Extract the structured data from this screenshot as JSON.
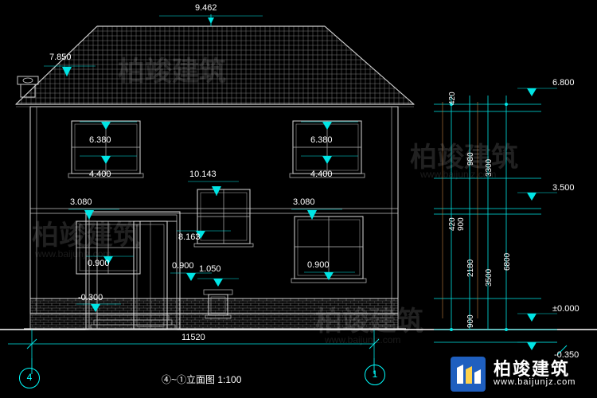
{
  "drawing": {
    "title": "④~①立面图 1:100",
    "scale": "1:100",
    "axis_left": "4",
    "axis_right": "1",
    "total_width": "11520",
    "roof_ridge": "9.462",
    "eave": "7.850",
    "window_upper_top_left": "6.380",
    "window_upper_sill_left": "4.400",
    "window_upper_top_right": "6.380",
    "window_upper_sill_right": "4.400",
    "balcony_label": "10.143",
    "lintel_left": "3.080",
    "lintel_right": "3.080",
    "mid_window_top": "8.163",
    "mid_small": "1.050",
    "door_width_left": "0.900",
    "door_width_right": "0.900",
    "window_small": "0.900",
    "ground_left": "-0.300",
    "ground_right": "-0.350",
    "zero_level": "±0.000",
    "right_elev_top": "6.800",
    "right_elev_mid": "3.500",
    "dim_420_a": "420",
    "dim_980": "980",
    "dim_3300": "3300",
    "dim_420_b": "420",
    "dim_900_a": "900",
    "dim_2180": "2180",
    "dim_3500": "3500",
    "dim_900_b": "900",
    "dim_6800": "6800"
  },
  "watermarks": {
    "brand_cn": "柏竣建筑",
    "brand_url": "www.baijunjz.com",
    "logo_text": "柏竣建筑",
    "logo_sub": "www.baijunjz.com"
  }
}
